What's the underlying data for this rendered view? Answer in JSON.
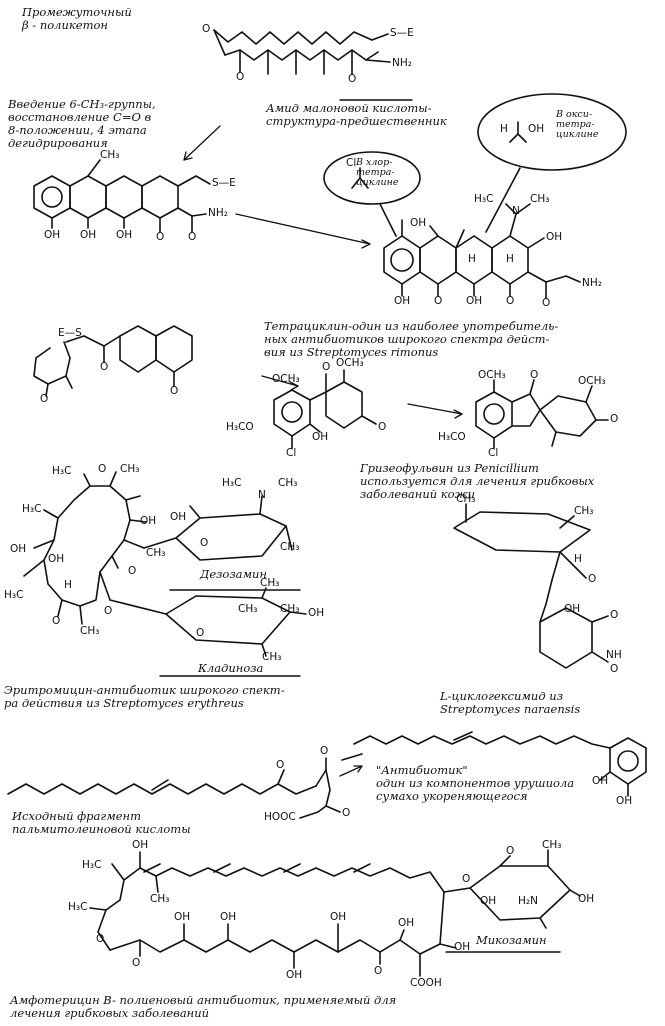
{
  "captions": {
    "polyketide": "Промежуточный\nβ - поликетон",
    "malonamide": "Амид малоновой кислоты-\nструктура-предшественник",
    "methylation": "Введение 6-CH₃-группы,\nвосстановление C=O в\n8-положении, 4 этапа\nдегидрирования",
    "chlortetra": "В хлор-\nтетра-\nциклине",
    "oxytetra": "В окси-\nтетра-\nциклине",
    "tetracycline": "Тетрациклин-один из наиболее употребитель-\nных антибиотиков широкого спектра дейст-\nвия из Streptomyces rimonus",
    "griseofulvin": "Гризеофульвин из Penicillium\nиспользуется для лечения грибковых\nзаболеваний кожи",
    "desosamine": "Дезозамин",
    "cladinose": "Кладиноза",
    "erythromycin": "Эритромицин-антибиотик широкого спект-\nра действия из Streptomyces erythreus",
    "cycloheximide": "L-циклогексимид из\nStreptomyces naraensis",
    "urushiol": "\"Антибиотик\"\nодин из компонентов урушиола\nсумахо укореняющегося",
    "palmitoleic": "Исходный фрагмент\nпальмитолеиновой кислоты",
    "mycosamine": "Микозамин",
    "amphotericin": "Амфотерицин B- полиеновый антибиотик, применяемый для\nлечения грибковых заболеваний"
  },
  "atoms": {
    "se": "S—E",
    "nh2": "NH₂",
    "ch3": "CH₃",
    "oh": "OH",
    "o": "O",
    "h": "H",
    "n": "N",
    "cl": "Cl",
    "h3c": "H₃C",
    "och3": "OCH₃",
    "h3co": "H₃CO",
    "hooc": "HOOC",
    "cooh": "COOH",
    "nh": "NH",
    "h2n": "H₂N",
    "es": "E—S"
  }
}
